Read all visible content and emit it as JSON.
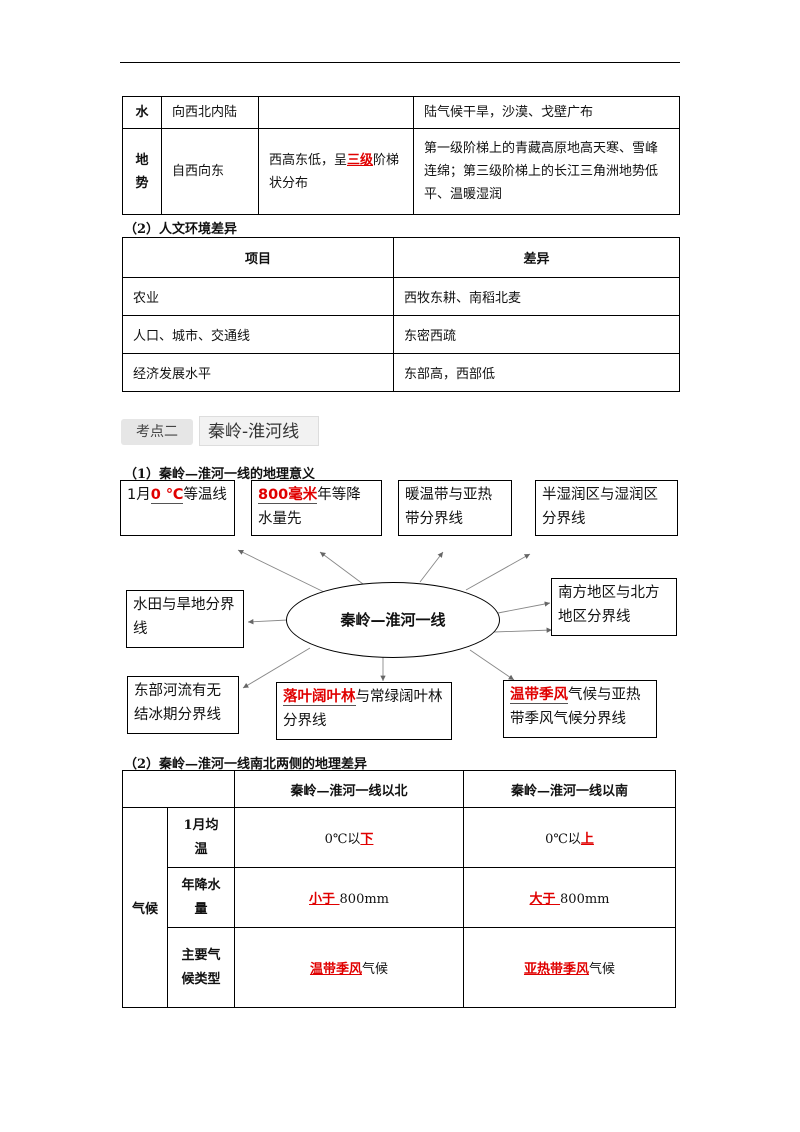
{
  "table1": {
    "rows": [
      {
        "head": "水",
        "col2": "向西北内陆",
        "col3": "",
        "col4": "陆气候干旱，沙漠、戈壁广布"
      },
      {
        "head": "地势",
        "col2": "自西向东",
        "col3_pre": "西高东低，呈",
        "col3_red": "三级",
        "col3_post": "阶梯状分布",
        "col4": "第一级阶梯上的青藏高原地高天寒、雪峰连绵；第三级阶梯上的长江三角洲地势低平、温暖湿润"
      }
    ]
  },
  "section1_title": "（2）人文环境差异",
  "table2": {
    "headers": [
      "项目",
      "差异"
    ],
    "rows": [
      [
        "农业",
        "西牧东耕、南稻北麦"
      ],
      [
        "人口、城市、交通线",
        "东密西疏"
      ],
      [
        "经济发展水平",
        "东部高，西部低"
      ]
    ]
  },
  "kaodian": {
    "badge": "考点二",
    "title": "秦岭-淮河线"
  },
  "section2_title": "（1）秦岭—淮河一线的地理意义",
  "diagram": {
    "center": "秦岭—淮河一线",
    "b1": {
      "pre": "1月",
      "red": "0 ℃",
      "post": "等温线"
    },
    "b2": {
      "red": "800毫米",
      "post": "年等降水量先"
    },
    "b3": "暖温带与亚热带分界线",
    "b4": "半湿润区与湿润区分界线",
    "b5": "水田与旱地分界线",
    "b6": "南方地区与北方地区分界线",
    "b7": "东部河流有无结冰期分界线",
    "b8": {
      "red": "落叶阔叶林",
      "post": "与常绿阔叶林分界线"
    },
    "b9": {
      "red": "温带季风",
      "post": "气候与亚热带季风气候分界线"
    }
  },
  "section3_title": "（2）秦岭—淮河一线南北两侧的地理差异",
  "table3": {
    "headers": [
      "秦岭—淮河一线以北",
      "秦岭—淮河一线以南"
    ],
    "group": "气候",
    "rows": [
      {
        "label": "1月均温",
        "north_pre": "0℃以",
        "north_red": "下",
        "north_post": "",
        "south_pre": "0℃以",
        "south_red": "上",
        "south_post": ""
      },
      {
        "label": "年降水量",
        "north_pre": "",
        "north_red": "小于 ",
        "north_post": "800mm",
        "south_pre": "",
        "south_red": "大于 ",
        "south_post": "800mm"
      },
      {
        "label": "主要气候类型",
        "north_pre": "",
        "north_red": "温带季风",
        "north_post": "气候",
        "south_pre": "",
        "south_red": "亚热带季风",
        "south_post": "气候"
      }
    ]
  }
}
